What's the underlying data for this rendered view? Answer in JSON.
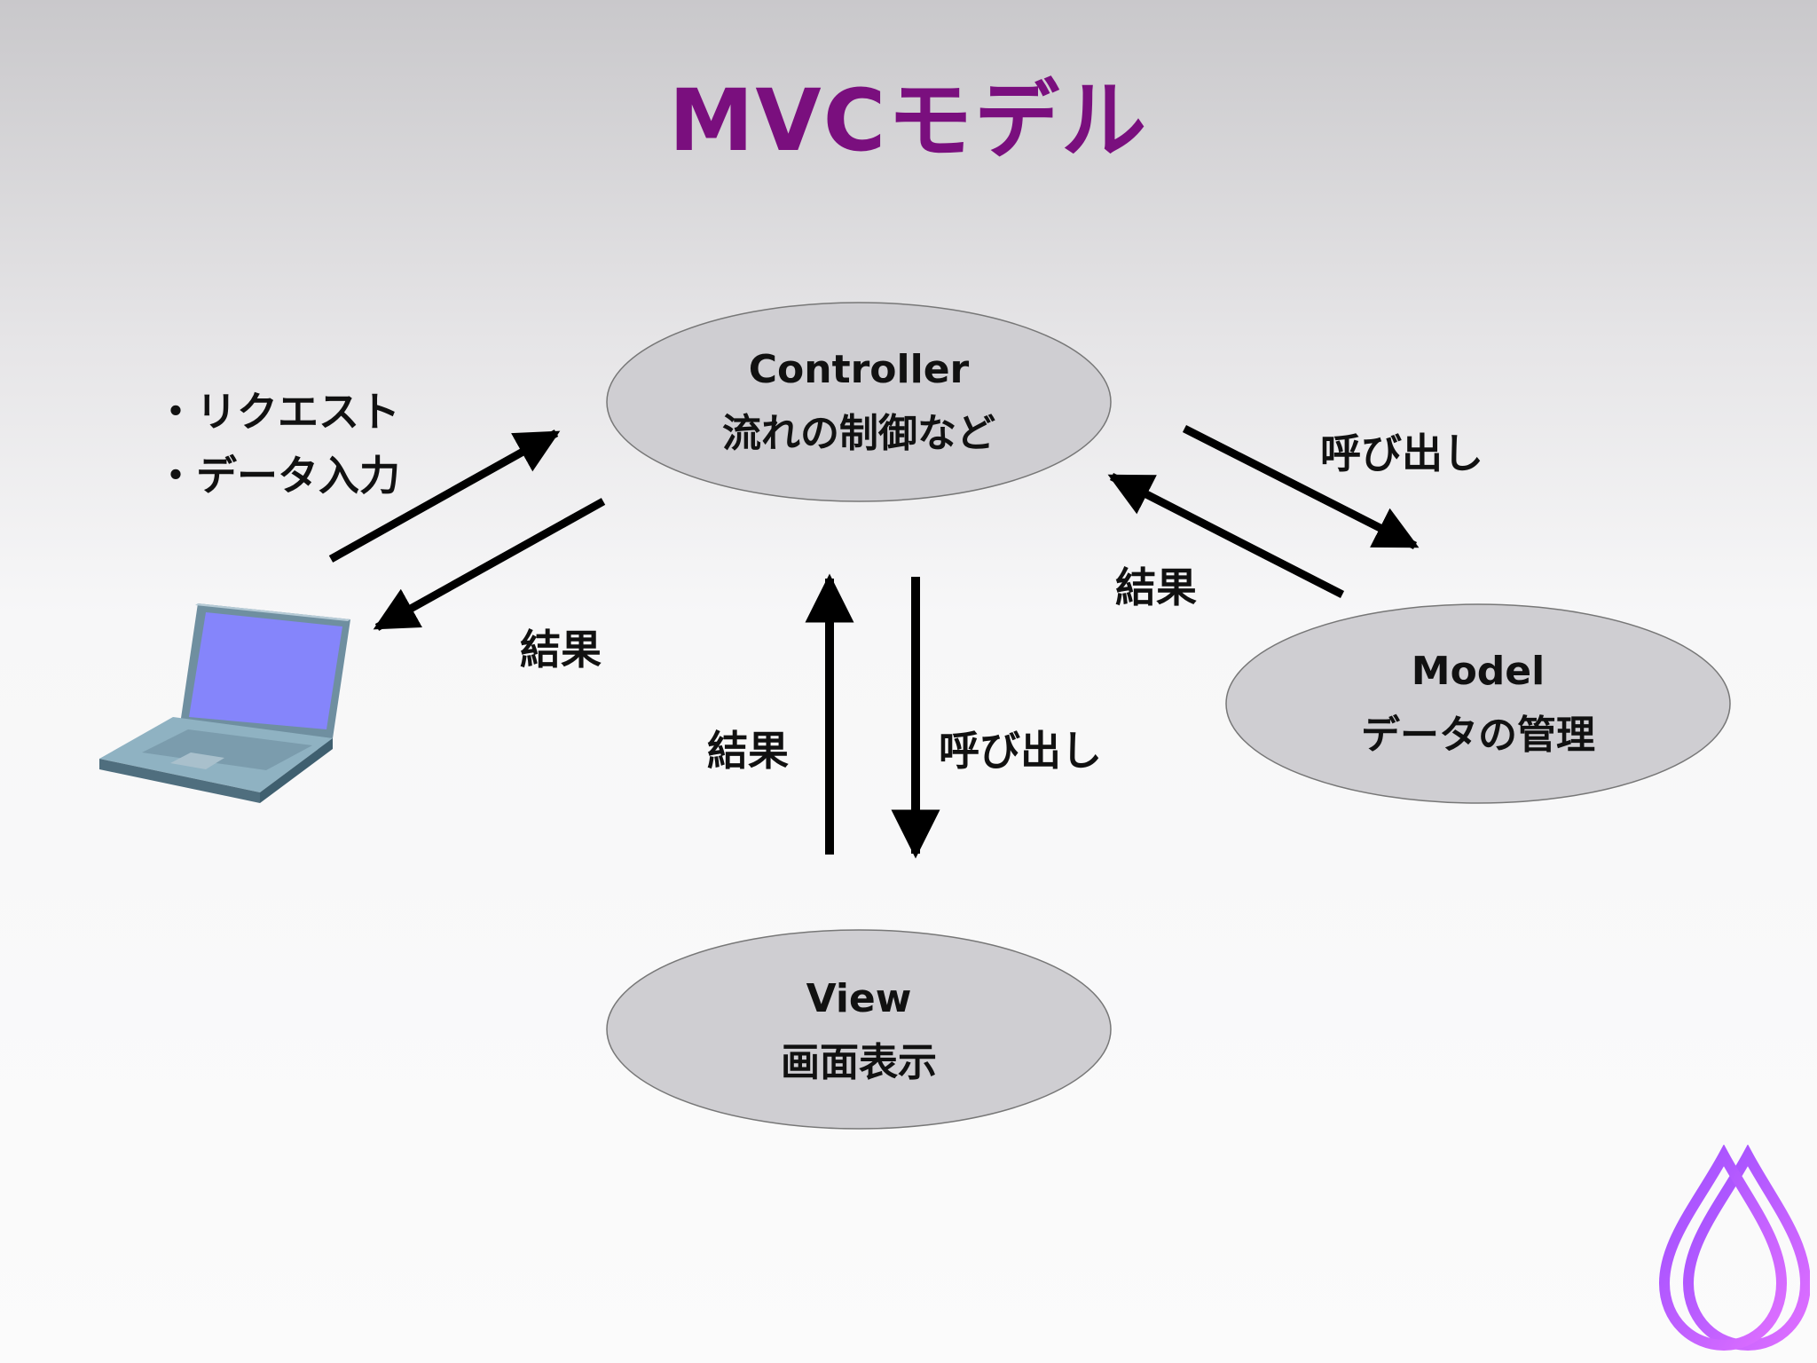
{
  "title": "MVCモデル",
  "nodes": {
    "controller": {
      "line1": "Controller",
      "line2": "流れの制御など"
    },
    "model": {
      "line1": "Model",
      "line2": "データの管理"
    },
    "view": {
      "line1": "View",
      "line2": "画面表示"
    }
  },
  "client": {
    "request_label": "・リクエスト",
    "input_label": "・データ入力",
    "result_label": "結果"
  },
  "controller_model": {
    "call_label": "呼び出し",
    "result_label": "結果"
  },
  "controller_view": {
    "call_label": "呼び出し",
    "result_label": "結果"
  },
  "colors": {
    "title": "#7a0f7e",
    "ellipse_fill": "#cfced2",
    "arrow": "#000000",
    "laptop_screen": "#8585fb",
    "laptop_body": "#8fb2c2",
    "logo_gradient": [
      "#9b4dff",
      "#e070ff"
    ]
  },
  "icons": [
    "laptop-icon",
    "droplet-logo-icon"
  ]
}
